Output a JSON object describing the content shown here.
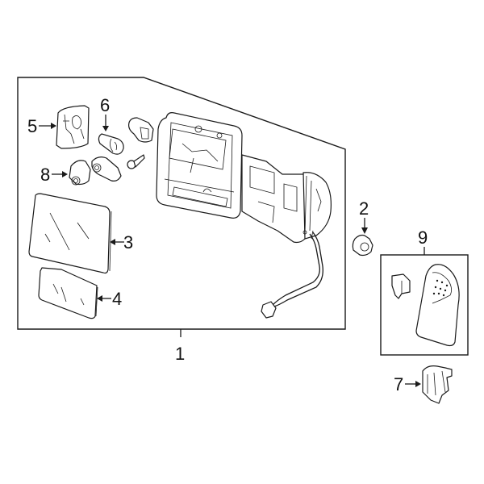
{
  "diagram": {
    "title": "Side View Mirror Assembly Exploded Parts Diagram",
    "callouts": [
      {
        "number": "1",
        "part": "mirror-assembly"
      },
      {
        "number": "2",
        "part": "nut"
      },
      {
        "number": "3",
        "part": "mirror-glass"
      },
      {
        "number": "4",
        "part": "spotter-mirror-glass"
      },
      {
        "number": "5",
        "part": "lamp-housing"
      },
      {
        "number": "6",
        "part": "bulb"
      },
      {
        "number": "7",
        "part": "connector"
      },
      {
        "number": "8",
        "part": "motor-assembly"
      },
      {
        "number": "9",
        "part": "turn-signal-lamp-kit"
      }
    ],
    "colors": {
      "line": "#1a1a1a",
      "background": "#ffffff"
    }
  }
}
